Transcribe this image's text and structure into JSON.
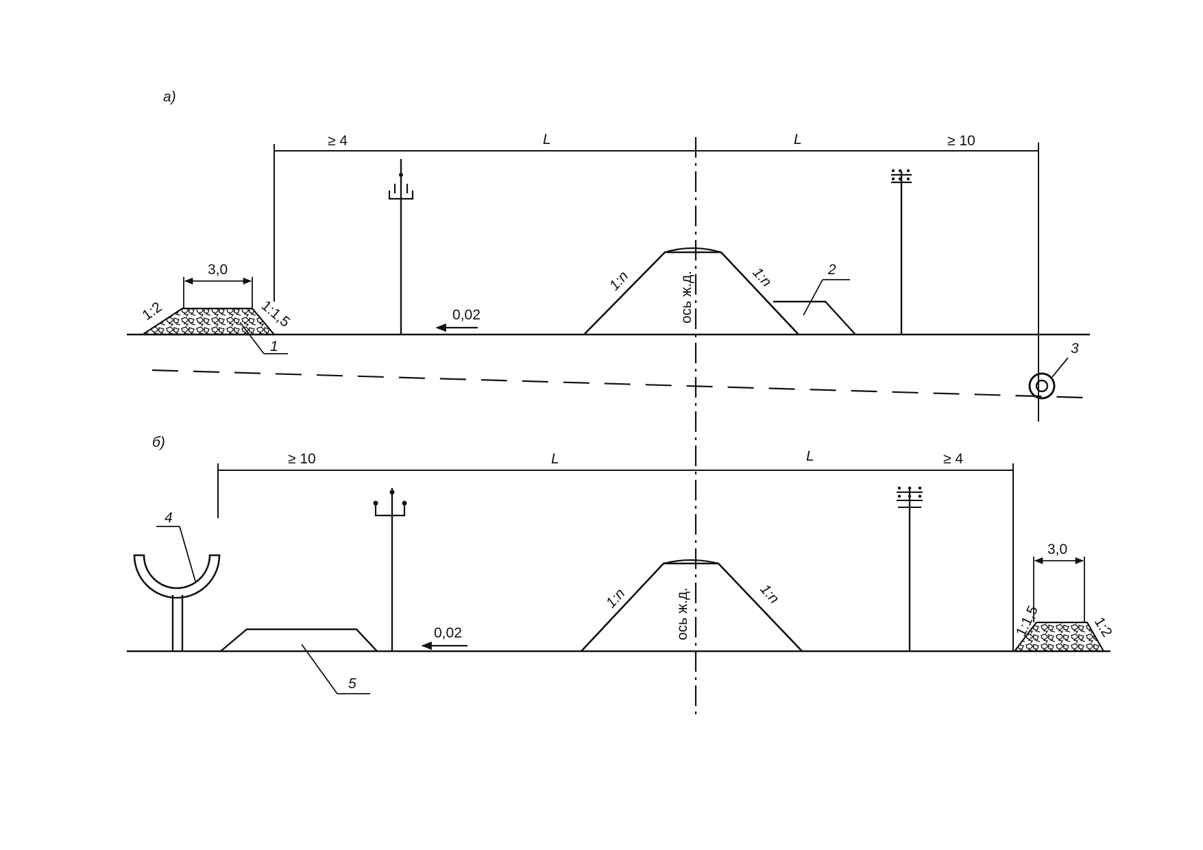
{
  "diagram_a": {
    "panel_label": "а)",
    "dim_left": "≥ 4",
    "dim_l1": "L",
    "dim_l2": "L",
    "dim_right": "≥ 10",
    "berm_width": "3,0",
    "slope_left": "1:2",
    "slope_right": "1:1,5",
    "embankment_slope_left": "1:n",
    "embankment_slope_right": "1:n",
    "axis_label": "ось ж.д.",
    "ground_slope": "0,02",
    "callout_1": "1",
    "callout_2": "2",
    "callout_3": "3"
  },
  "diagram_b": {
    "panel_label": "б)",
    "dim_left": "≥ 10",
    "dim_l1": "L",
    "dim_l2": "L",
    "dim_right": "≥ 4",
    "berm_width": "3,0",
    "slope_left": "1:1,5",
    "slope_right": "1:2",
    "embankment_slope_left": "1:n",
    "embankment_slope_right": "1:n",
    "axis_label": "ось ж.д.",
    "ground_slope": "0,02",
    "callout_4": "4",
    "callout_5": "5"
  },
  "colors": {
    "ink": "#111111",
    "paper": "#ffffff"
  }
}
